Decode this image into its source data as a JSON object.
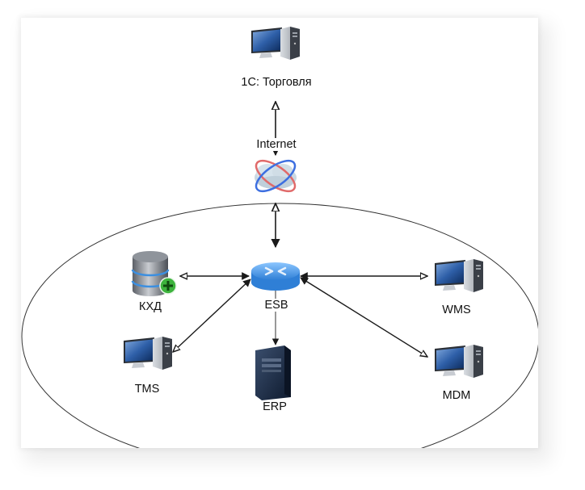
{
  "diagram": {
    "type": "network-architecture",
    "boundary": "ellipse enclosing internal systems",
    "nodes": [
      {
        "id": "1c",
        "label": "1C: Торговля",
        "icon": "desktop-computer-icon"
      },
      {
        "id": "internet",
        "label": "Internet",
        "icon": "internet-cloud-icon"
      },
      {
        "id": "esb",
        "label": "ESB",
        "icon": "router-icon"
      },
      {
        "id": "kxd",
        "label": "КХД",
        "icon": "database-add-icon"
      },
      {
        "id": "tms",
        "label": "TMS",
        "icon": "desktop-computer-icon"
      },
      {
        "id": "erp",
        "label": "ERP",
        "icon": "server-tower-icon"
      },
      {
        "id": "wms",
        "label": "WMS",
        "icon": "desktop-computer-icon"
      },
      {
        "id": "mdm",
        "label": "MDM",
        "icon": "desktop-computer-icon"
      }
    ],
    "edges": [
      {
        "from": "1c",
        "to": "internet",
        "direction": "bidirectional"
      },
      {
        "from": "internet",
        "to": "esb",
        "direction": "bidirectional"
      },
      {
        "from": "esb",
        "to": "kxd",
        "direction": "bidirectional"
      },
      {
        "from": "esb",
        "to": "tms",
        "direction": "bidirectional"
      },
      {
        "from": "esb",
        "to": "erp",
        "direction": "to"
      },
      {
        "from": "esb",
        "to": "wms",
        "direction": "bidirectional"
      },
      {
        "from": "esb",
        "to": "mdm",
        "direction": "bidirectional"
      }
    ]
  },
  "labels": {
    "onec": "1C: Торговля",
    "internet": "Internet",
    "esb": "ESB",
    "kxd": "КХД",
    "tms": "TMS",
    "erp": "ERP",
    "wms": "WMS",
    "mdm": "MDM"
  },
  "colors": {
    "line": "#1a1a1a",
    "router_blue": "#3c8fe0",
    "db_plus_green": "#3db33d",
    "cloud_ring_red": "#e06a6a",
    "cloud_ring_blue": "#3d6fe0"
  }
}
